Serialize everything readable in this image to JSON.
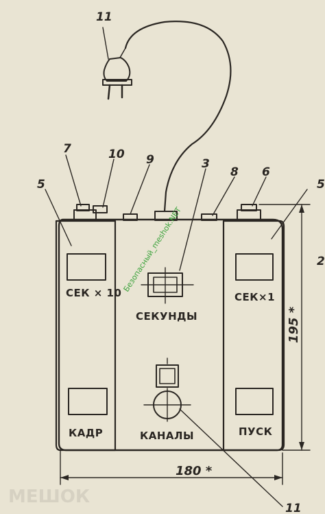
{
  "callouts": {
    "c11": "11",
    "c7": "7",
    "c10": "10",
    "c9": "9",
    "c3": "3",
    "c8": "8",
    "c6": "6",
    "c5_left": "5",
    "c5_right": "5",
    "c2_partial": "2",
    "c11_bottom": "11"
  },
  "panels": {
    "left_top": "СЕК × 10",
    "left_bottom": "КАДР",
    "center_top": "СЕКУНДЫ",
    "center_bottom": "КАНАЛЫ",
    "right_top": "СЕК×1",
    "right_bottom": "ПУСК"
  },
  "dimensions": {
    "height": "195 *",
    "width": "180 *"
  },
  "watermark": {
    "ribbon": "Безопасный_meshok.NET",
    "logo": "МЕШОК"
  },
  "colors": {
    "paper": "#e9e4d3",
    "ink": "#2a2622",
    "watermark_green": "#3aa23a"
  }
}
